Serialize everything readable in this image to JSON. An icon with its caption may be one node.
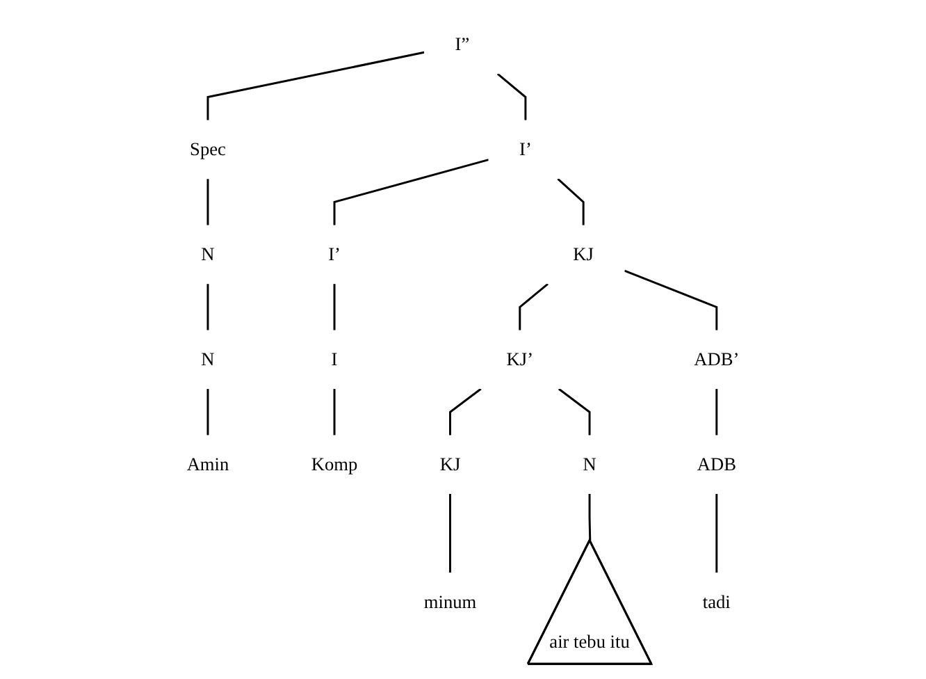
{
  "diagram": {
    "nodes": [
      {
        "text": [
          "I”"
        ]
      },
      {
        "text": [
          "Spec"
        ]
      },
      {
        "text": [
          "I’"
        ]
      },
      {
        "text": [
          "N"
        ]
      },
      {
        "text": [
          "I’"
        ]
      },
      {
        "text": [
          "KJ"
        ]
      },
      {
        "text": [
          "KJ’"
        ]
      },
      {
        "text": [
          "ADB’"
        ]
      },
      {
        "text": [
          "N"
        ]
      },
      {
        "text": [
          "I"
        ]
      },
      {
        "text": [
          "KJ"
        ]
      },
      {
        "text": [
          "N"
        ]
      },
      {
        "text": [
          "ADB"
        ]
      },
      {
        "text": [
          "Amin"
        ]
      },
      {
        "text": [
          "Komp"
        ]
      },
      {
        "text": [
          "minum"
        ]
      },
      {
        "text": [
          "air tebu itu"
        ]
      },
      {
        "text": [
          "tadi"
        ]
      }
    ],
    "edges": [
      {
        "from": 0,
        "to": 1,
        "arrow": "none"
      },
      {
        "from": 0,
        "to": 2,
        "arrow": "none"
      },
      {
        "from": 1,
        "to": 3,
        "arrow": "none"
      },
      {
        "from": 2,
        "to": 4,
        "arrow": "none"
      },
      {
        "from": 2,
        "to": 5,
        "arrow": "none"
      },
      {
        "from": 5,
        "to": 6,
        "arrow": "none"
      },
      {
        "from": 5,
        "to": 7,
        "arrow": "none"
      },
      {
        "from": 3,
        "to": 8,
        "arrow": "none"
      },
      {
        "from": 4,
        "to": 9,
        "arrow": "none"
      },
      {
        "from": 6,
        "to": 10,
        "arrow": "none"
      },
      {
        "from": 6,
        "to": 11,
        "arrow": "none"
      },
      {
        "from": 7,
        "to": 12,
        "arrow": "none"
      },
      {
        "from": 8,
        "to": 13,
        "arrow": "none"
      },
      {
        "from": 9,
        "to": 14,
        "arrow": "none"
      },
      {
        "from": 10,
        "to": 15,
        "arrow": "none"
      },
      {
        "from": 11,
        "to": 16,
        "arrow": "none"
      },
      {
        "from": 12,
        "to": 17,
        "arrow": "none"
      }
    ]
  }
}
